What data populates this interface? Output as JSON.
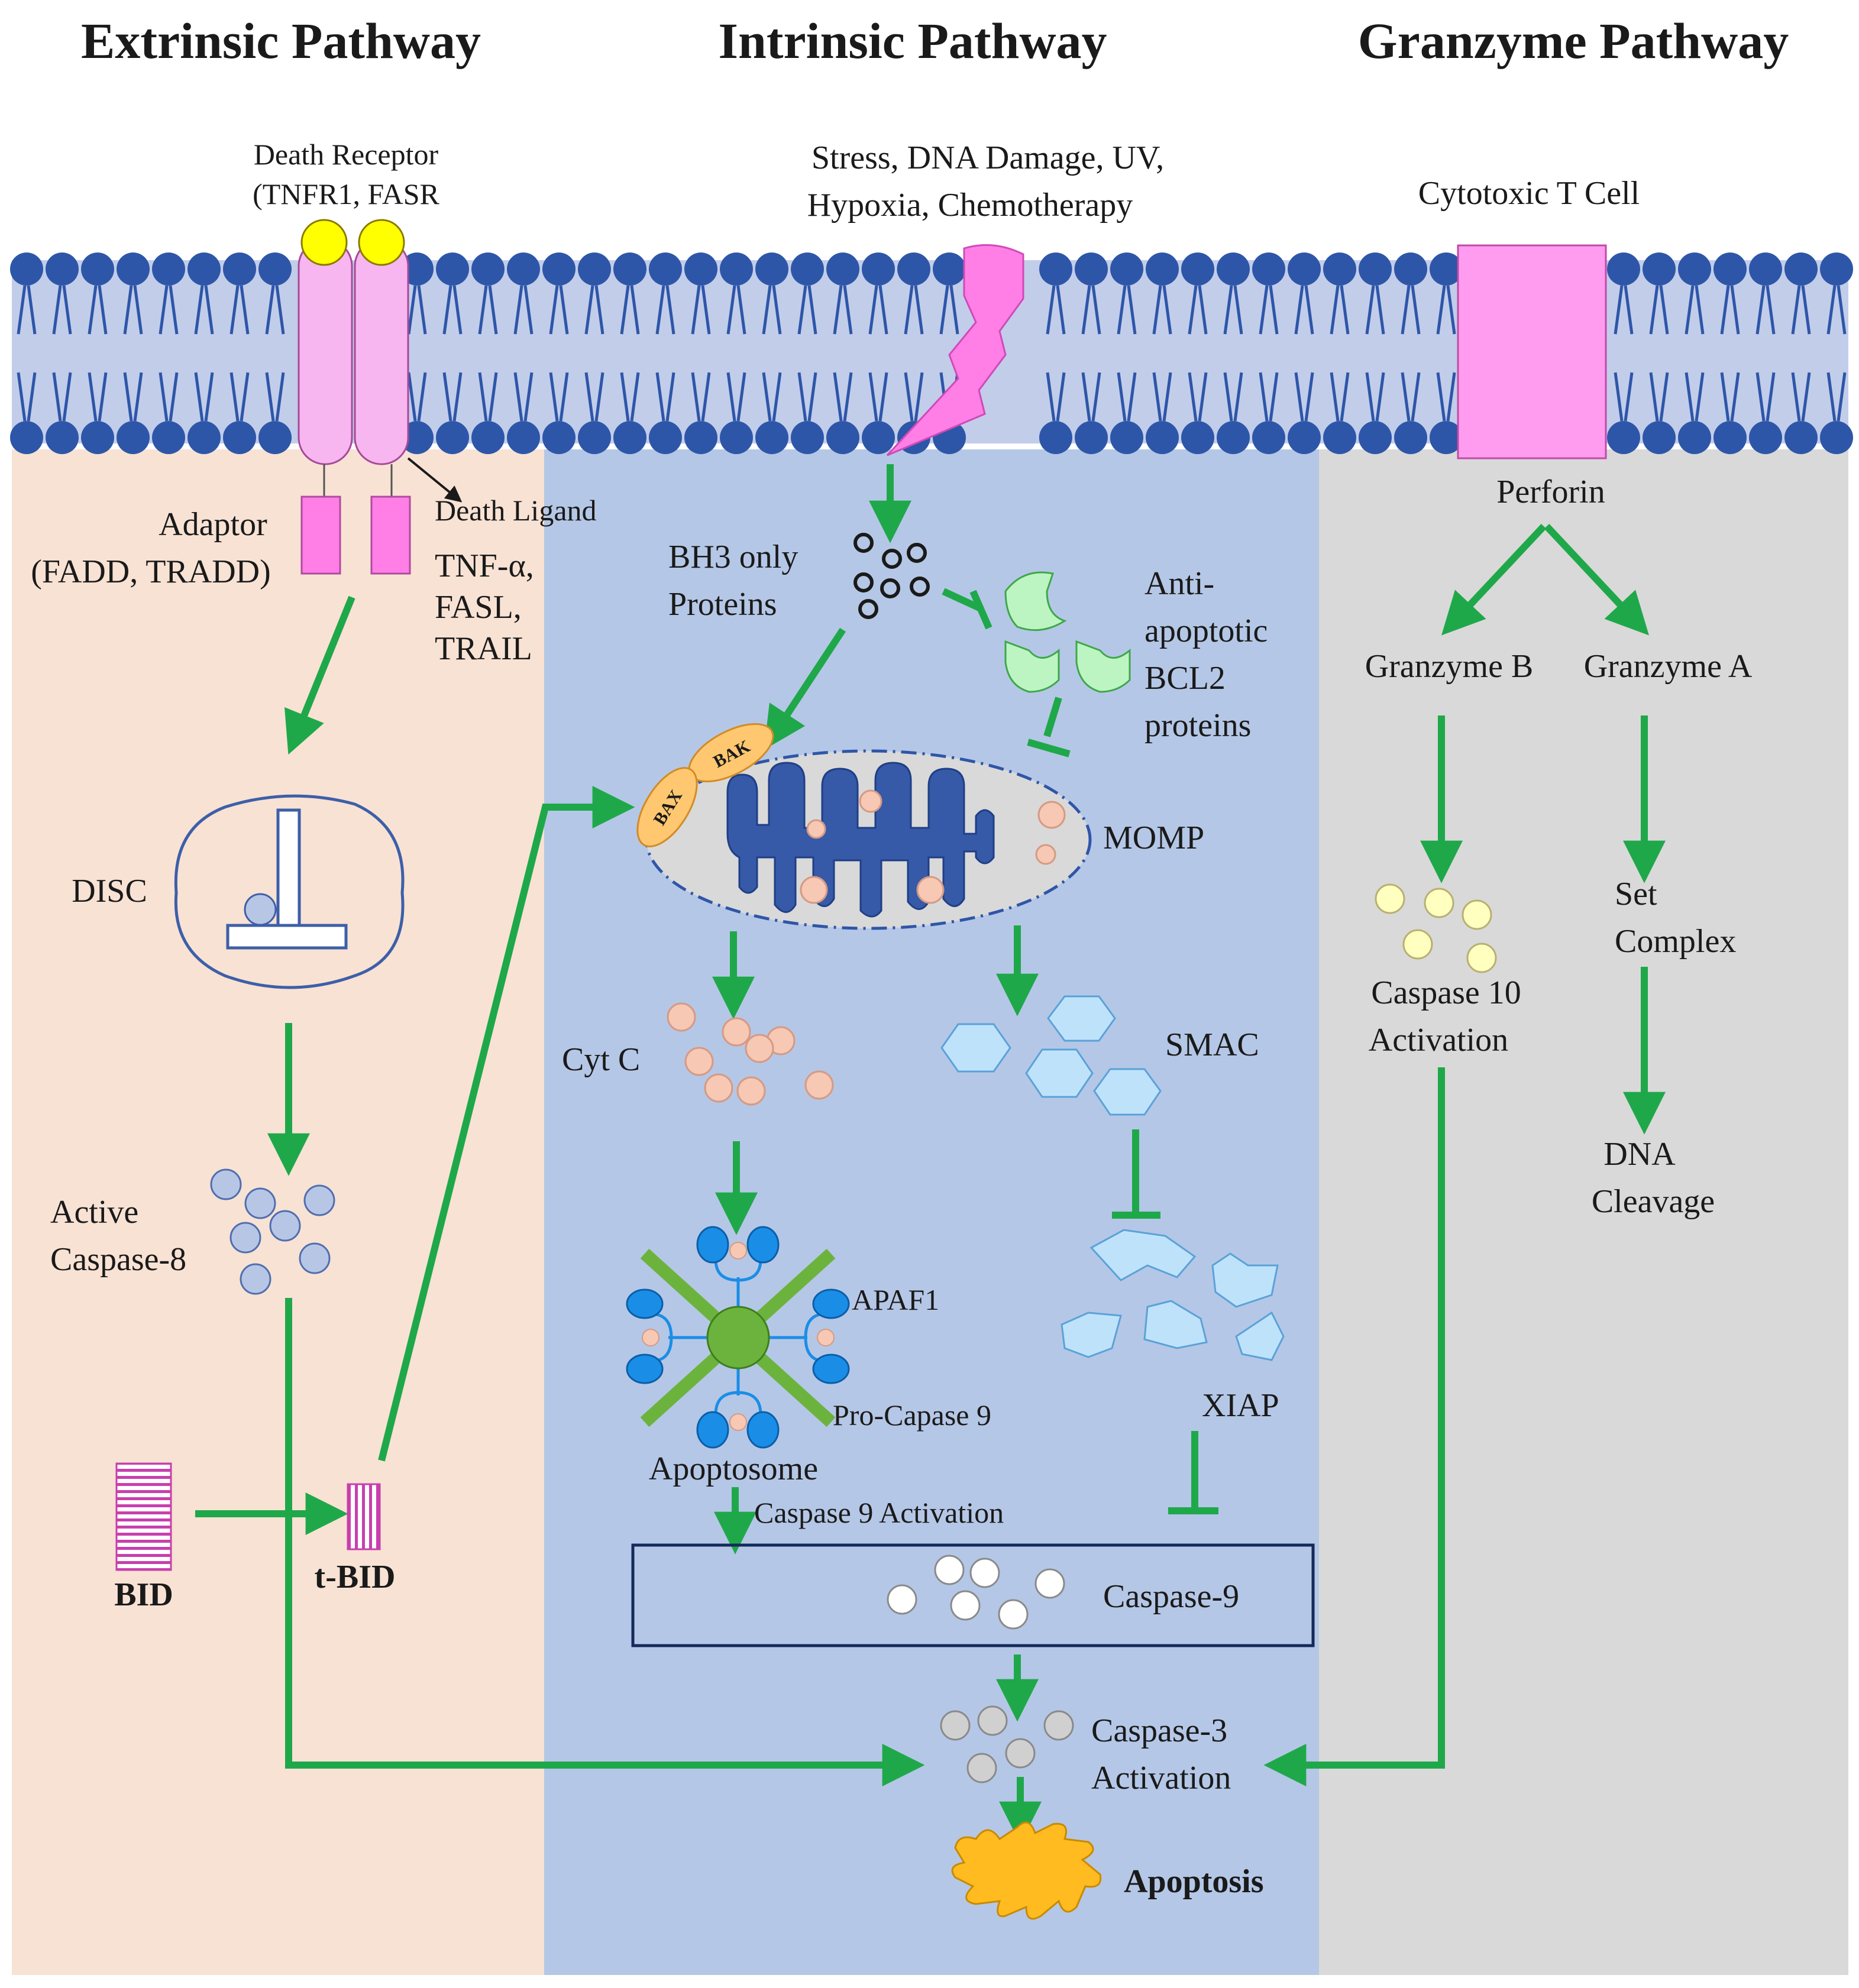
{
  "titles": {
    "extrinsic": "Extrinsic Pathway",
    "intrinsic": "Intrinsic Pathway",
    "granzyme": "Granzyme Pathway"
  },
  "extrinsic": {
    "death_receptor_1": "Death Receptor",
    "death_receptor_2": "(TNFR1, FASR",
    "adaptor_1": "Adaptor",
    "adaptor_2": "(FADD, TRADD)",
    "death_ligand": "Death Ligand",
    "ligand_1": "TNF-α,",
    "ligand_2": "FASL,",
    "ligand_3": "TRAIL",
    "disc": "DISC",
    "active_caspase_1": "Active",
    "active_caspase_2": "Caspase-8",
    "bid": "BID",
    "tbid": "t-BID"
  },
  "intrinsic": {
    "stress_1": "Stress, DNA Damage, UV,",
    "stress_2": "Hypoxia, Chemotherapy",
    "bh3_1": "BH3 only",
    "bh3_2": "Proteins",
    "anti_1": "Anti-",
    "anti_2": "apoptotic",
    "anti_3": "BCL2",
    "anti_4": "proteins",
    "bak": "BAK",
    "bax": "BAX",
    "momp": "MOMP",
    "cytc": "Cyt C",
    "smac": "SMAC",
    "apaf1": "APAF1",
    "procaspase": "Pro-Capase 9",
    "apoptosome": "Apoptosome",
    "xiap": "XIAP",
    "casp9_activation": "Caspase 9 Activation",
    "caspase9": "Caspase-9",
    "casp3_1": "Caspase-3",
    "casp3_2": "Activation",
    "apoptosis": "Apoptosis"
  },
  "granzyme": {
    "tcell": "Cytotoxic T Cell",
    "perforin": "Perforin",
    "granzyme_b": "Granzyme  B",
    "granzyme_a": "Granzyme  A",
    "casp10_1": "Caspase 10",
    "casp10_2": "Activation",
    "set_1": "Set",
    "set_2": "Complex",
    "dna_1": "DNA",
    "dna_2": "Cleavage"
  },
  "colors": {
    "extrinsic_bg": "#f8e2d4",
    "intrinsic_bg": "#b5c7e6",
    "granzyme_bg": "#d9d9d9",
    "membrane": "#2e56a8",
    "membrane_band": "#c2cdea",
    "arrow": "#1fa84a",
    "receptor": "#f7b6f0",
    "adaptor": "#ff7fe6",
    "perforin": "#ff9cf0",
    "mito_body": "#3659a8",
    "caspase8": "#b8c6e6",
    "peach": "#f7c8b4",
    "smac": "#bfe2fb",
    "xiap": "#bfe2fb",
    "bcl2": "#bdf5c2",
    "apaf_blue": "#1a8ee6",
    "apaf_green": "#6cb33e",
    "apoptosis_cell": "#ffbb1f"
  }
}
